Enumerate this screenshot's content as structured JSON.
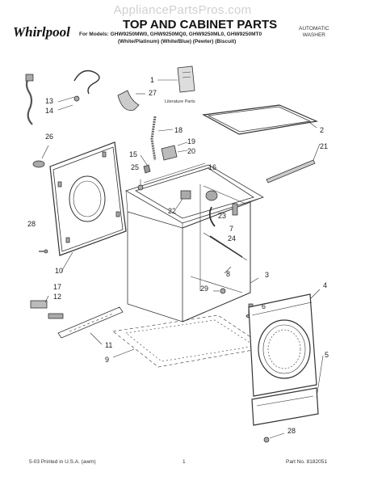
{
  "watermark": "AppliancePartsPros.com",
  "brand": "Whirlpool",
  "title": "TOP AND CABINET PARTS",
  "models": "For Models: GHW9250MW0, GHW9250MQ0, GHW9250ML0, GHW9250MT0",
  "colors": "(White/Platinum)  (White/Blue)      (Pewter)       (Biscuit)",
  "type_line1": "AUTOMATIC",
  "type_line2": "WASHER",
  "literature_label": "Literature Parts",
  "footer_left": "5-03 Printed in U.S.A. (awm)",
  "footer_center": "1",
  "footer_right": "Part No. 8182051",
  "callouts": [
    "1",
    "27",
    "13",
    "14",
    "26",
    "28",
    "10",
    "17",
    "12",
    "11",
    "9",
    "18",
    "15",
    "19",
    "20",
    "16",
    "25",
    "22",
    "23",
    "7",
    "24",
    "8",
    "3",
    "29",
    "6",
    "2",
    "21",
    "4",
    "5",
    "28"
  ]
}
